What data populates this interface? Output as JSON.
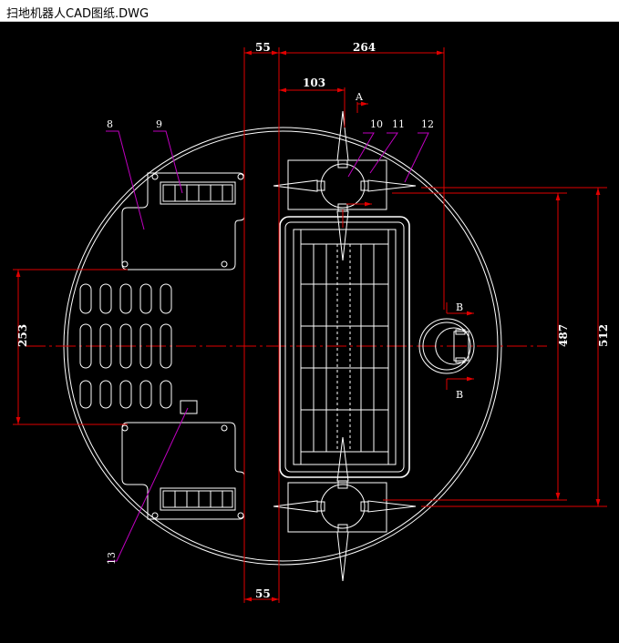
{
  "window": {
    "title": "扫地机器人CAD图纸.DWG"
  },
  "dimensions": {
    "top_55": "55",
    "top_264": "264",
    "top_103": "103",
    "bottom_55": "55",
    "left_253": "253",
    "right_487": "487",
    "right_512": "512"
  },
  "section_marks": {
    "a": "A",
    "b_top": "B",
    "b_bottom": "B"
  },
  "part_labels": {
    "p8": "8",
    "p9": "9",
    "p10": "10",
    "p11": "11",
    "p12": "12",
    "p13": "13"
  },
  "colors": {
    "background": "#000000",
    "geometry": "#ffffff",
    "dimension": "#e00000",
    "leader": "#c000c0"
  }
}
